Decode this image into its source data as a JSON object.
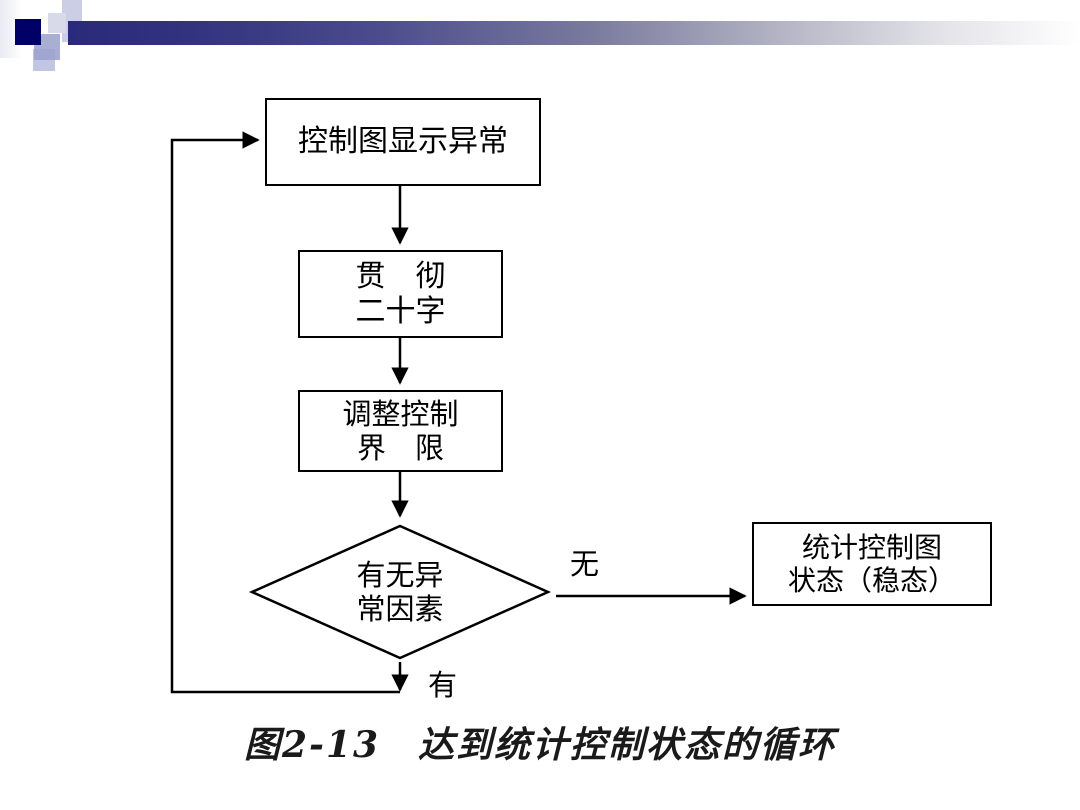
{
  "slide": {
    "background_color": "#ffffff",
    "accent_color": "#000066",
    "band_gradient_from": "#2a2a7a",
    "band_gradient_to": "#ffffff"
  },
  "diagram": {
    "type": "flowchart",
    "line_color": "#000000",
    "nodes": [
      {
        "id": "alarm",
        "shape": "rectangle",
        "text": "控制图显示异常",
        "lines": [
          "控制图显示异常"
        ]
      },
      {
        "id": "slogan",
        "shape": "rectangle",
        "text": "贯　彻\n二十字",
        "lines": [
          "贯　彻",
          "二十字"
        ]
      },
      {
        "id": "adjust",
        "shape": "rectangle",
        "text": "调整控制\n界　限",
        "lines": [
          "调整控制",
          "界　限"
        ]
      },
      {
        "id": "decision",
        "shape": "diamond",
        "text": "有无异\n常因素",
        "lines": [
          "有无异",
          "常因素"
        ]
      },
      {
        "id": "result",
        "shape": "rectangle",
        "text": "统计控制图\n状态（稳态）",
        "lines": [
          "统计控制图",
          "状态（稳态）"
        ]
      }
    ],
    "edges": [
      {
        "from": "alarm",
        "to": "slogan",
        "label": ""
      },
      {
        "from": "slogan",
        "to": "adjust",
        "label": ""
      },
      {
        "from": "adjust",
        "to": "decision",
        "label": ""
      },
      {
        "from": "decision",
        "to": "result",
        "label": "无"
      },
      {
        "from": "decision",
        "to": "alarm",
        "label": "有"
      }
    ],
    "labels": {
      "no_branch": "无",
      "yes_branch": "有"
    }
  },
  "caption": {
    "text": "图2-13　达到统计控制状态的循环",
    "figure_number": "图2-13",
    "title": "达到统计控制状态的循环"
  }
}
